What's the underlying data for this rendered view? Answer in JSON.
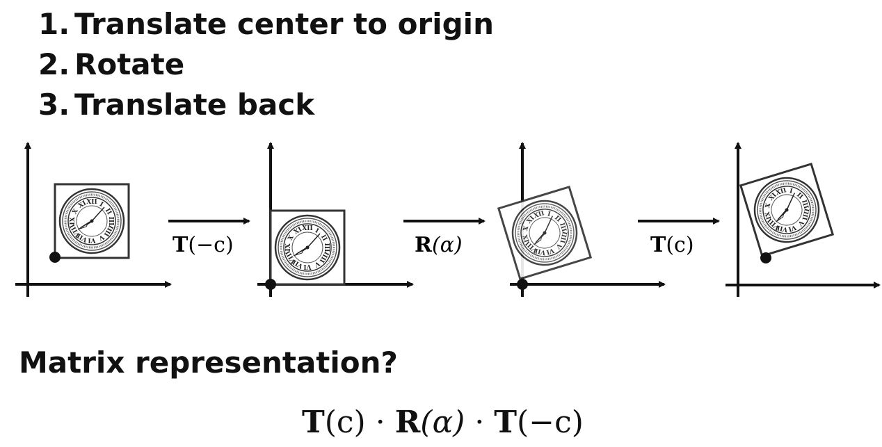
{
  "steps": [
    {
      "number": "1.",
      "label": "Translate center to origin"
    },
    {
      "number": "2.",
      "label": "Rotate"
    },
    {
      "number": "3.",
      "label": "Translate back"
    }
  ],
  "transforms": [
    {
      "op": "T",
      "arg": "(−c)"
    },
    {
      "op": "R",
      "arg": "(α)"
    },
    {
      "op": "T",
      "arg": "(c)"
    }
  ],
  "diagram": {
    "panels": [
      {
        "stage": "original",
        "rotation_deg": 0
      },
      {
        "stage": "translated",
        "rotation_deg": 0
      },
      {
        "stage": "rotated",
        "rotation_deg": -17
      },
      {
        "stage": "translated-back",
        "rotation_deg": -17
      }
    ],
    "clock_numerals": [
      "XII",
      "I",
      "II",
      "III",
      "IIII",
      "V",
      "VI",
      "VII",
      "VIII",
      "IX",
      "X",
      "XI"
    ]
  },
  "question": "Matrix representation?",
  "formula": {
    "t1": "T",
    "a1": "(c)",
    "dot1": " · ",
    "r": "R",
    "a2": "(α)",
    "dot2": " · ",
    "t2": "T",
    "a3": "(−c)"
  }
}
